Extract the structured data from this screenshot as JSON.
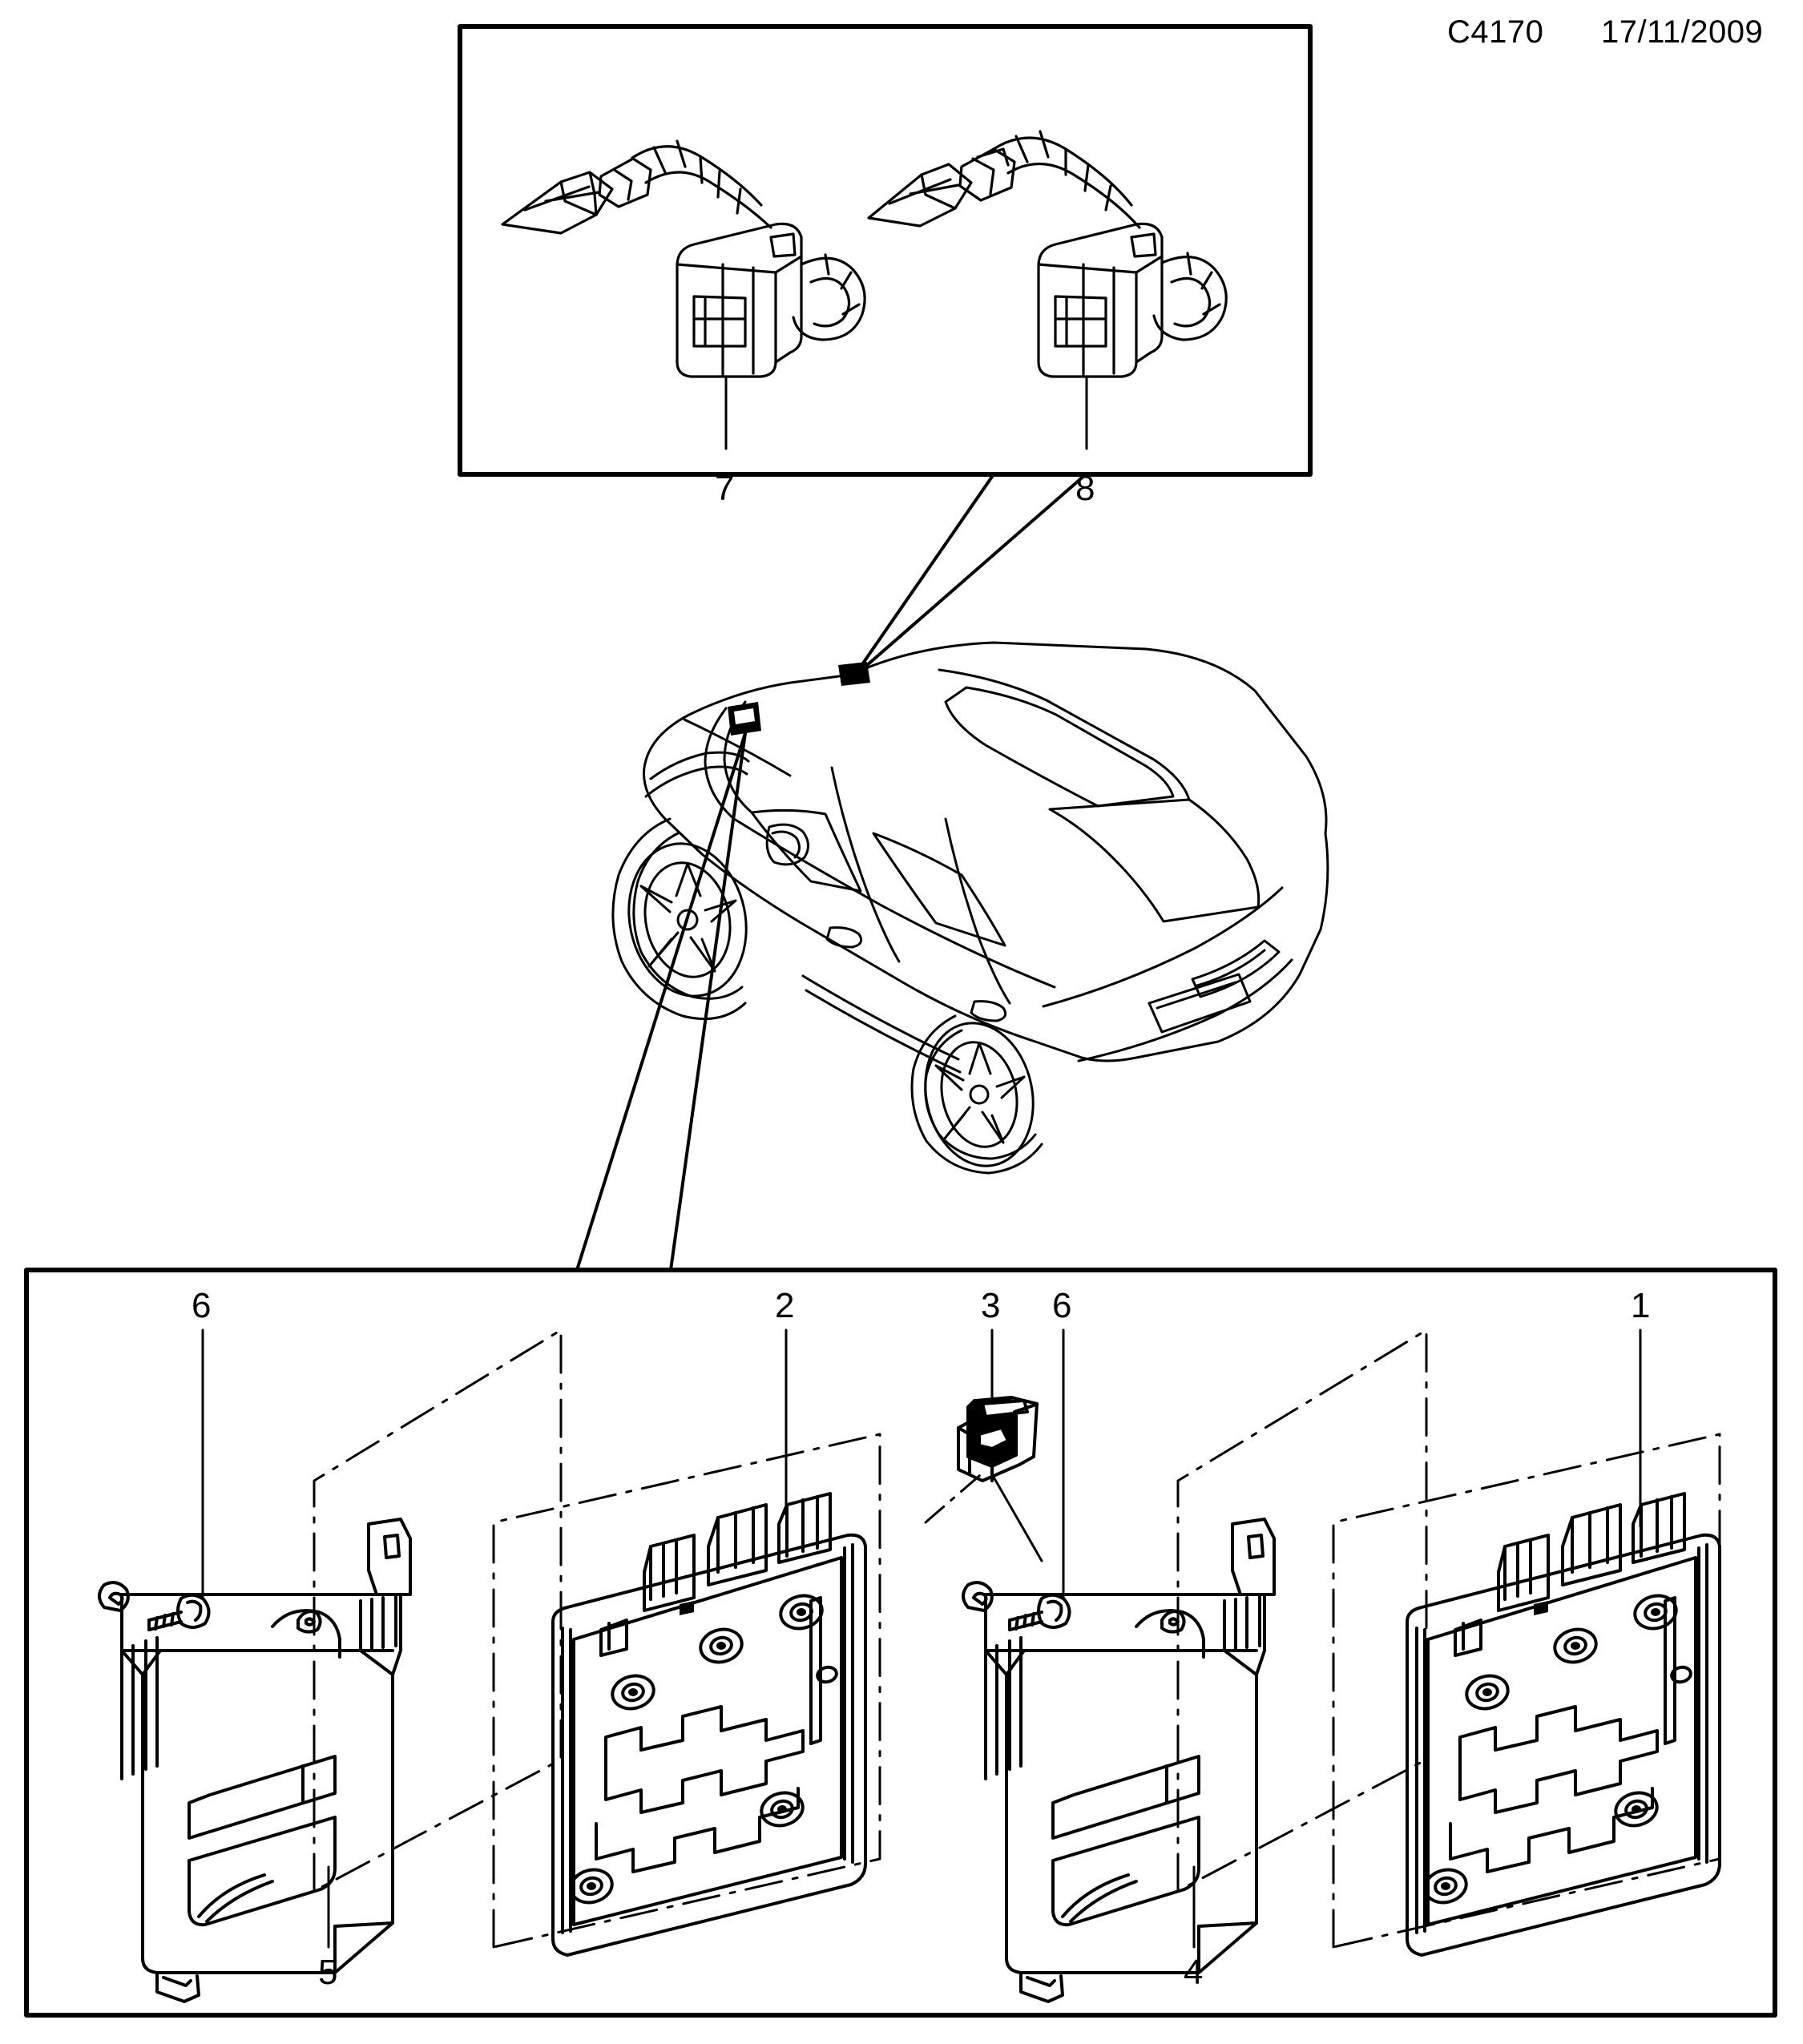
{
  "header": {
    "drawing_code": "C4170",
    "date": "17/11/2009"
  },
  "diagram": {
    "title_absent": true,
    "type": "exploded-parts-diagram",
    "line_color": "#000000",
    "background_color": "#ffffff"
  },
  "inset_top": {
    "name": "roof-antenna-sensor-inset",
    "callouts": [
      {
        "id": "7",
        "label": "7",
        "part": "antenna-sensor-module-with-harness-left"
      },
      {
        "id": "8",
        "label": "8",
        "part": "antenna-sensor-module-with-harness-right"
      }
    ]
  },
  "vehicle": {
    "name": "sedan-four-door",
    "view": "rear-three-quarter-left"
  },
  "inset_bottom": {
    "name": "control-module-bracket-inset",
    "callouts": [
      {
        "id": "6a",
        "label": "6",
        "part": "mounting-screw-left"
      },
      {
        "id": "2",
        "label": "2",
        "part": "control-module-left"
      },
      {
        "id": "3",
        "label": "3",
        "part": "wiring-connector"
      },
      {
        "id": "6b",
        "label": "6",
        "part": "mounting-screw-right"
      },
      {
        "id": "1",
        "label": "1",
        "part": "control-module-right"
      },
      {
        "id": "5",
        "label": "5",
        "part": "module-mounting-bracket-left"
      },
      {
        "id": "4",
        "label": "4",
        "part": "module-mounting-bracket-right"
      }
    ]
  },
  "labels": {
    "n1": "1",
    "n2": "2",
    "n3": "3",
    "n4": "4",
    "n5": "5",
    "n6_left": "6",
    "n6_mid": "6",
    "n7": "7",
    "n8": "8"
  }
}
